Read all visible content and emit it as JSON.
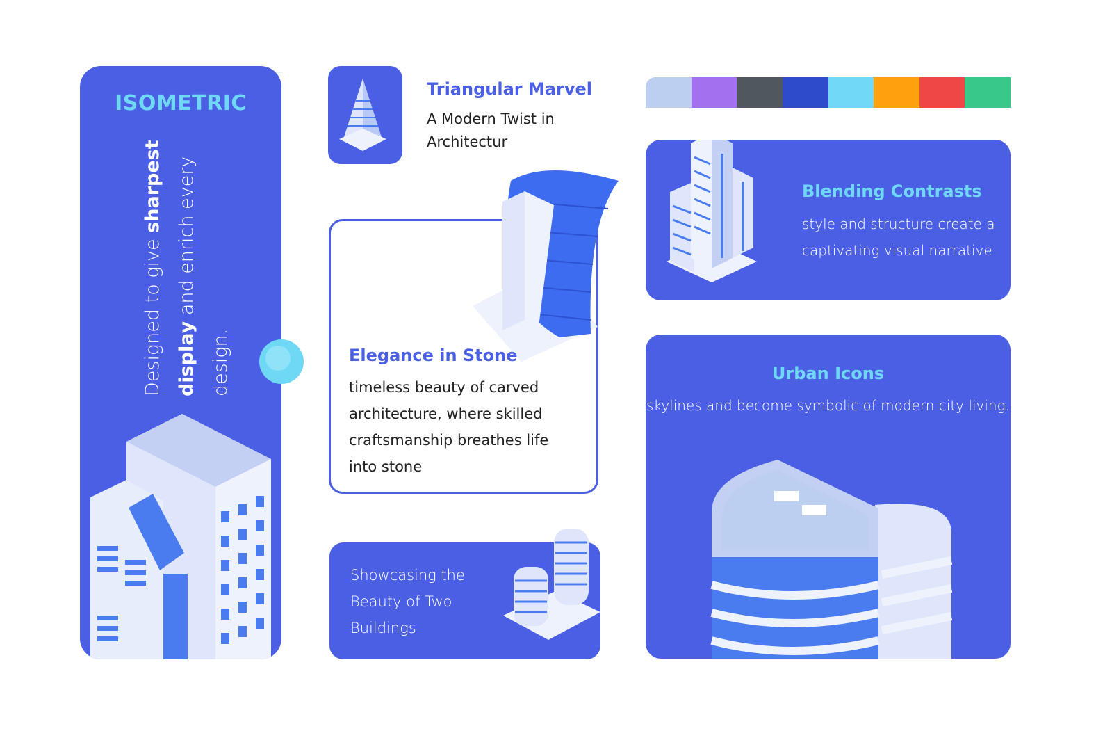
{
  "left_panel": {
    "title": "ISOMETRIC",
    "line1_a": "Designed to give ",
    "line1_b": "sharpest",
    "line2_a": "display",
    "line2_b": " and enrich every",
    "line3": "design."
  },
  "triangular": {
    "title": "Triangular Marvel",
    "subtitle": "A Modern Twist in Architectur"
  },
  "elegance": {
    "title": "Elegance in Stone",
    "body": "timeless beauty of carved architecture, where skilled craftsmanship breathes life into stone"
  },
  "showcase": {
    "body": "Showcasing the Beauty of Two Buildings"
  },
  "palette": [
    "#bccff0",
    "#a370f0",
    "#50575f",
    "#2e4bcb",
    "#72d8f7",
    "#ffa210",
    "#ef4646",
    "#38c98a"
  ],
  "blending": {
    "title": "Blending Contrasts",
    "body": "style and structure create a captivating visual narrative"
  },
  "urban": {
    "title": "Urban Icons",
    "body": "skylines and become symbolic of modern city living."
  },
  "colors": {
    "primary": "#4a5fe3",
    "accent": "#6fd8f5"
  }
}
